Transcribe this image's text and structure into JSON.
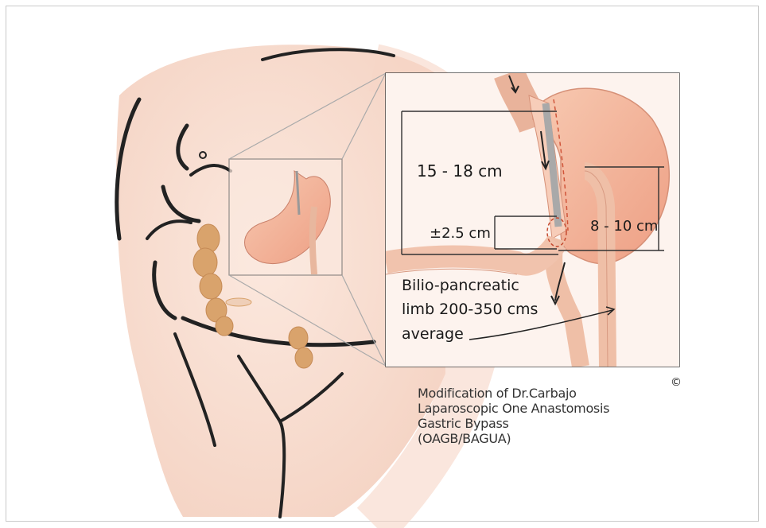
{
  "measurements": {
    "pouch_length": "15 - 18 cm",
    "pouch_width": "±2.5 cm",
    "stomach_section": "8 - 10 cm",
    "limb_line1": "Bilio-pancreatic",
    "limb_line2": "limb 200-350 cms",
    "limb_line3": "average"
  },
  "caption": {
    "line1": "Modification of Dr.Carbajo",
    "line2": "Laparoscopic One Anastomosis",
    "line3": "Gastric Bypass",
    "line4": "(OAGB/BAGUA)"
  },
  "copyright": "©",
  "colors": {
    "skin": "#f6d5c7",
    "stomach": "#f2b69a",
    "outline": "#222222",
    "colon": "#d9a36c"
  }
}
